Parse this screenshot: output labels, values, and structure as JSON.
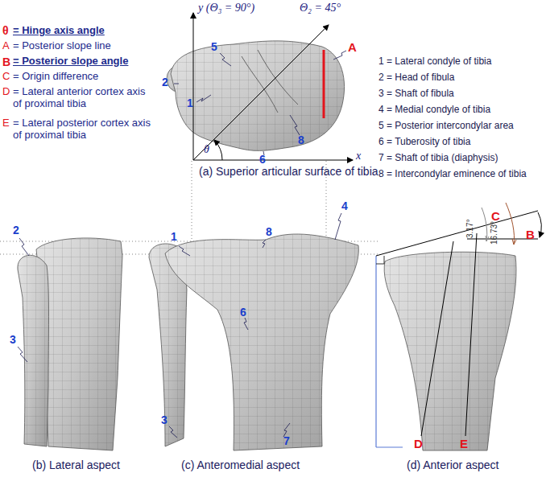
{
  "diagram": {
    "labels": [
      "θ",
      "= Hinge axis angle",
      "A",
      "= Posterior slope line",
      "B",
      "= Posterior slope angle",
      "C",
      "= Origin difference",
      "D",
      "= Lateral anterior cortex axis of proximal tibia",
      "E",
      "= Lateral posterior cortex axis of proximal tibia",
      "1 = Lateral condyle of tibia",
      "2 = Head of fibula",
      "3 = Shaft of fibula",
      "4 = Medial condyle of tibia",
      "5 = Posterior intercondylar area",
      "6 = Tuberosity of tibia",
      "7 = Shaft of tibia (diaphysis)",
      "8 = Intercondylar eminence of tibia",
      "y (Θ₃ = 90°)",
      "Θ₂ = 45°",
      "x",
      "θ",
      "A",
      "5",
      "2",
      "1",
      "8",
      "6",
      "(a) Superior articular surface of tibia",
      "2",
      "3",
      "(b) Lateral aspect",
      "1",
      "8",
      "4",
      "6",
      "3",
      "7",
      "(c) Anteromedial aspect",
      "3.17°",
      "16.73°",
      "C",
      "B",
      "D",
      "E",
      "(d) Anterior aspect"
    ]
  }
}
